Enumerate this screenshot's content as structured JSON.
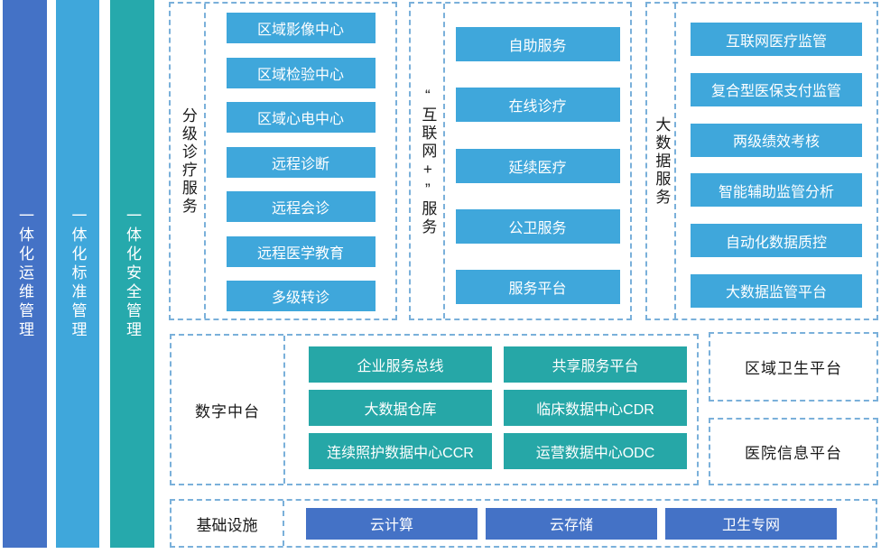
{
  "bars": [
    {
      "label": "一体化运维管理",
      "color": "#4472c6"
    },
    {
      "label": "一体化标准管理",
      "color": "#3fa7db"
    },
    {
      "label": "一体化安全管理",
      "color": "#26a9ac"
    }
  ],
  "groups": [
    {
      "title": "分级诊疗服务",
      "items": [
        "区域影像中心",
        "区域检验中心",
        "区域心电中心",
        "远程诊断",
        "远程会诊",
        "远程医学教育",
        "多级转诊"
      ]
    },
    {
      "title": "“互联网+”服务",
      "items": [
        "自助服务",
        "在线诊疗",
        "延续医疗",
        "公卫服务",
        "服务平台"
      ]
    },
    {
      "title": "大数据服务",
      "items": [
        "互联网医疗监管",
        "复合型医保支付监管",
        "两级绩效考核",
        "智能辅助监管分析",
        "自动化数据质控",
        "大数据监管平台"
      ]
    }
  ],
  "digital_platform": {
    "title": "数字中台",
    "rows": [
      [
        "企业服务总线",
        "共享服务平台"
      ],
      [
        "大数据仓库",
        "临床数据中心CDR"
      ],
      [
        "连续照护数据中心CCR",
        "运营数据中心ODC"
      ]
    ]
  },
  "side_platforms": [
    {
      "label": "区域卫生平台"
    },
    {
      "label": "医院信息平台"
    }
  ],
  "infrastructure": {
    "title": "基础设施",
    "items": [
      "云计算",
      "云存储",
      "卫生专网"
    ]
  },
  "colors": {
    "primary_blue": "#4472c6",
    "light_blue": "#3fa7db",
    "teal": "#26a7a7",
    "dashed_border": "#7ab0da",
    "label_text": "#1a1a1a",
    "button_text": "#ffffff"
  }
}
